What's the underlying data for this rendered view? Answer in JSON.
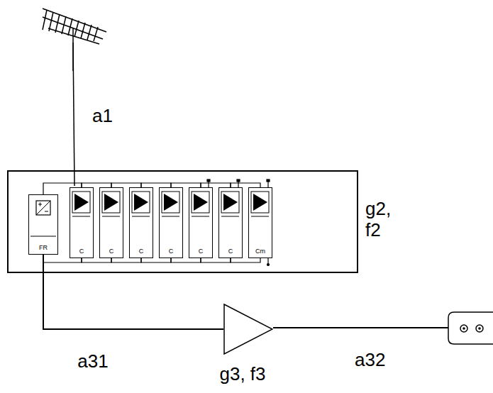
{
  "diagram": {
    "nodes": [
      {
        "text": [
          "g2, f2"
        ]
      },
      {
        "text": [
          "FR"
        ],
        "in": 0
      },
      {
        "text": [
          "C"
        ],
        "in": 0
      },
      {
        "text": [
          "C"
        ],
        "in": 0
      },
      {
        "text": [
          "C"
        ],
        "in": 0
      },
      {
        "text": [
          "C"
        ],
        "in": 0
      },
      {
        "text": [
          "C"
        ],
        "in": 0
      },
      {
        "text": [
          "C"
        ],
        "in": 0
      },
      {
        "text": [
          "Cm"
        ],
        "in": 0
      },
      {
        "text": [
          "g3, f3"
        ]
      }
    ],
    "edges": [
      {
        "from": 1,
        "to": 9,
        "arrow": "none",
        "label": "a31"
      }
    ],
    "labels": [
      "a1",
      "a32"
    ]
  }
}
